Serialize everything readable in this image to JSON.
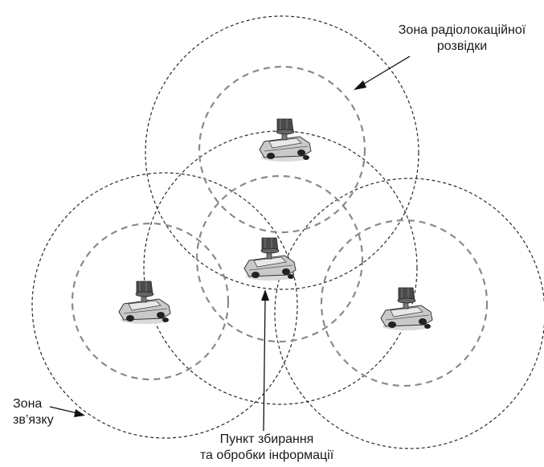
{
  "labels": {
    "radar_zone": [
      "Зона радіолокаційної",
      "розвідки"
    ],
    "comm_zone": [
      "Зона",
      "зв’язку"
    ],
    "processing_point": [
      "Пункт збирання",
      "та обробки інформації"
    ]
  },
  "icons": {
    "station": "radar-vehicle-icon"
  },
  "colors": {
    "outer_circle": "#2a2a2a",
    "inner_circle": "#8a8a8a"
  }
}
